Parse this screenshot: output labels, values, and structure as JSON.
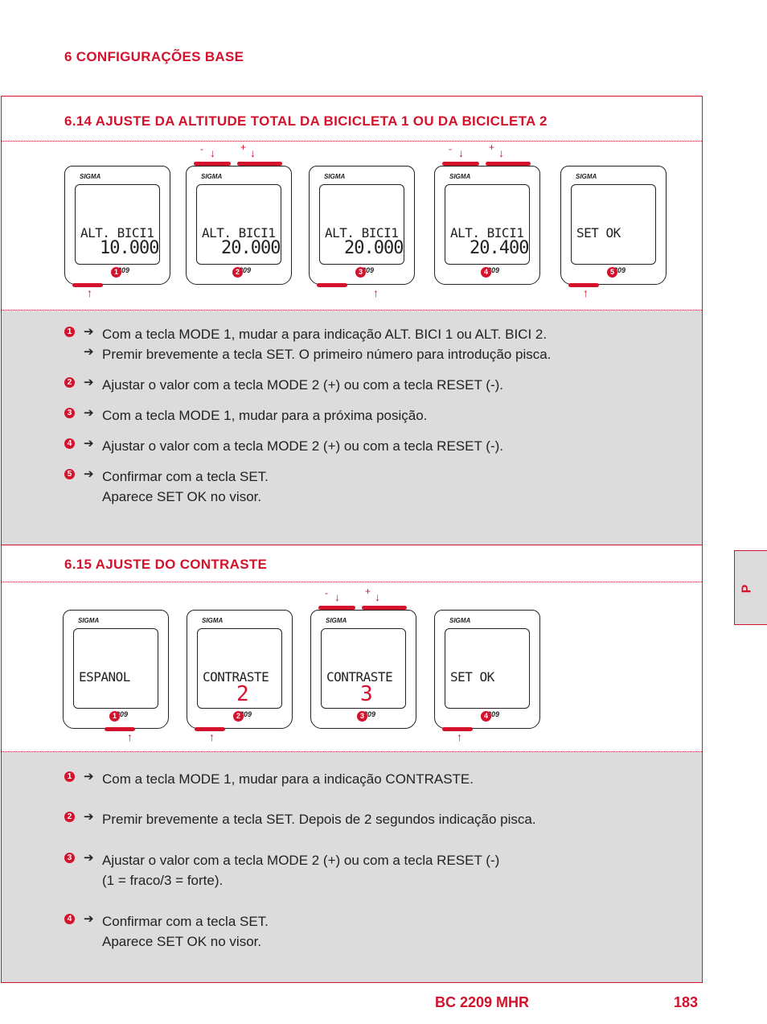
{
  "chapter": "6 CONFIGURAÇÕES BASE",
  "section1": {
    "title": "6.14 AJUSTE DA ALTITUDE TOTAL DA BICICLETA 1 OU DA BICICLETA 2",
    "devices": [
      {
        "line1": "ALT. BICI1",
        "line2": "10.000",
        "num": "1"
      },
      {
        "line1": "ALT. BICI1",
        "line2": "20.000",
        "num": "2"
      },
      {
        "line1": "ALT. BICI1",
        "line2": "20.000",
        "num": "3"
      },
      {
        "line1": "ALT. BICI1",
        "line2": "20.400",
        "num": "4"
      },
      {
        "line1": "SET OK",
        "line2": "",
        "num": "5"
      }
    ],
    "steps": [
      {
        "num": "1",
        "lines": [
          "Com a tecla MODE 1, mudar a para indicação ALT. BICI 1 ou ALT. BICI 2.",
          "Premir brevemente a tecla SET. O primeiro número para introdução pisca."
        ]
      },
      {
        "num": "2",
        "lines": [
          "Ajustar o valor com a tecla MODE 2 (+) ou com a tecla RESET (-)."
        ]
      },
      {
        "num": "3",
        "lines": [
          "Com a tecla MODE 1, mudar para a próxima posição."
        ]
      },
      {
        "num": "4",
        "lines": [
          "Ajustar o valor com a tecla MODE 2 (+) ou com a tecla RESET (-)."
        ]
      },
      {
        "num": "5",
        "lines": [
          "Confirmar com a tecla SET.",
          "Aparece SET OK no visor."
        ]
      }
    ]
  },
  "section2": {
    "title": "6.15 AJUSTE DO CONTRASTE",
    "devices": [
      {
        "line1": "ESPANOL",
        "line2": "",
        "num": "1"
      },
      {
        "line1": "CONTRASTE",
        "line2": "2",
        "num": "2"
      },
      {
        "line1": "CONTRASTE",
        "line2": "3",
        "num": "3"
      },
      {
        "line1": "SET OK",
        "line2": "",
        "num": "4"
      }
    ],
    "steps": [
      {
        "num": "1",
        "lines": [
          "Com a tecla MODE 1, mudar para a indicação CONTRASTE."
        ]
      },
      {
        "num": "2",
        "lines": [
          "Premir brevemente a tecla SET. Depois de 2 segundos indicação pisca."
        ]
      },
      {
        "num": "3",
        "lines": [
          "Ajustar o valor com a tecla MODE 2 (+) ou com a tecla RESET (-)",
          "(1 = fraco/3 = forte)."
        ]
      },
      {
        "num": "4",
        "lines": [
          "Confirmar com a tecla SET.",
          "Aparece SET OK no visor."
        ]
      }
    ]
  },
  "device_brand": "SIGMA",
  "device_model": "2209",
  "minus": "-",
  "plus": "+",
  "arrow": "➔",
  "tab_label": "P",
  "footer": {
    "product": "BC 2209 MHR",
    "page": "183"
  }
}
